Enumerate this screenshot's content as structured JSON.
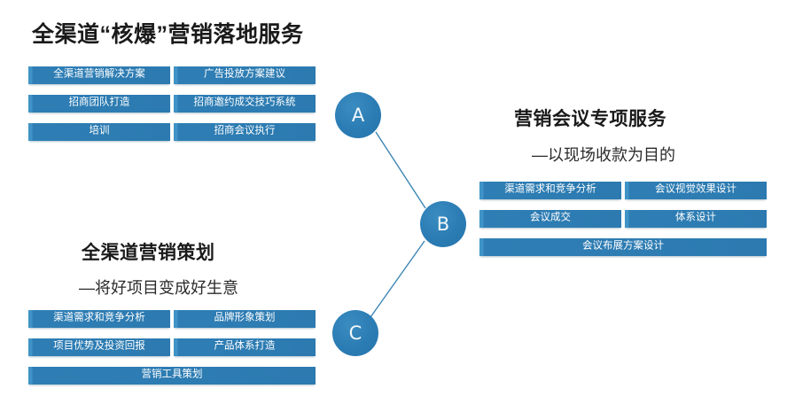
{
  "diagram": {
    "background_color": "#ffffff",
    "accent_color": "#2e7eb5",
    "bar_text_color": "#ffffff",
    "title_color": "#1a1a1a",
    "connector_color": "#3c86b4"
  },
  "groups": [
    {
      "id": "omnichannel-landing-service",
      "title": "全渠道“核爆”营销落地服务",
      "subtitle": "",
      "bars": [
        "全渠道营销解决方案",
        "广告投放方案建议",
        "招商团队打造",
        "招商邀约成交技巧系统",
        "培训",
        "招商会议执行"
      ]
    },
    {
      "id": "marketing-conference-service",
      "title": "营销会议专项服务",
      "subtitle": "—以现场收款为目的",
      "bars": [
        "渠道需求和竞争分析",
        "会议视觉效果设计",
        "会议成交",
        "体系设计",
        "会议布展方案设计"
      ]
    },
    {
      "id": "omnichannel-marketing-planning",
      "title": "全渠道营销策划",
      "subtitle": "—将好项目变成好生意",
      "bars": [
        "渠道需求和竞争分析",
        "品牌形象策划",
        "项目优势及投资回报",
        "产品体系打造",
        "营销工具策划"
      ]
    }
  ],
  "nodes": [
    {
      "id": "node-a",
      "label": "A"
    },
    {
      "id": "node-b",
      "label": "B"
    },
    {
      "id": "node-c",
      "label": "C"
    }
  ]
}
